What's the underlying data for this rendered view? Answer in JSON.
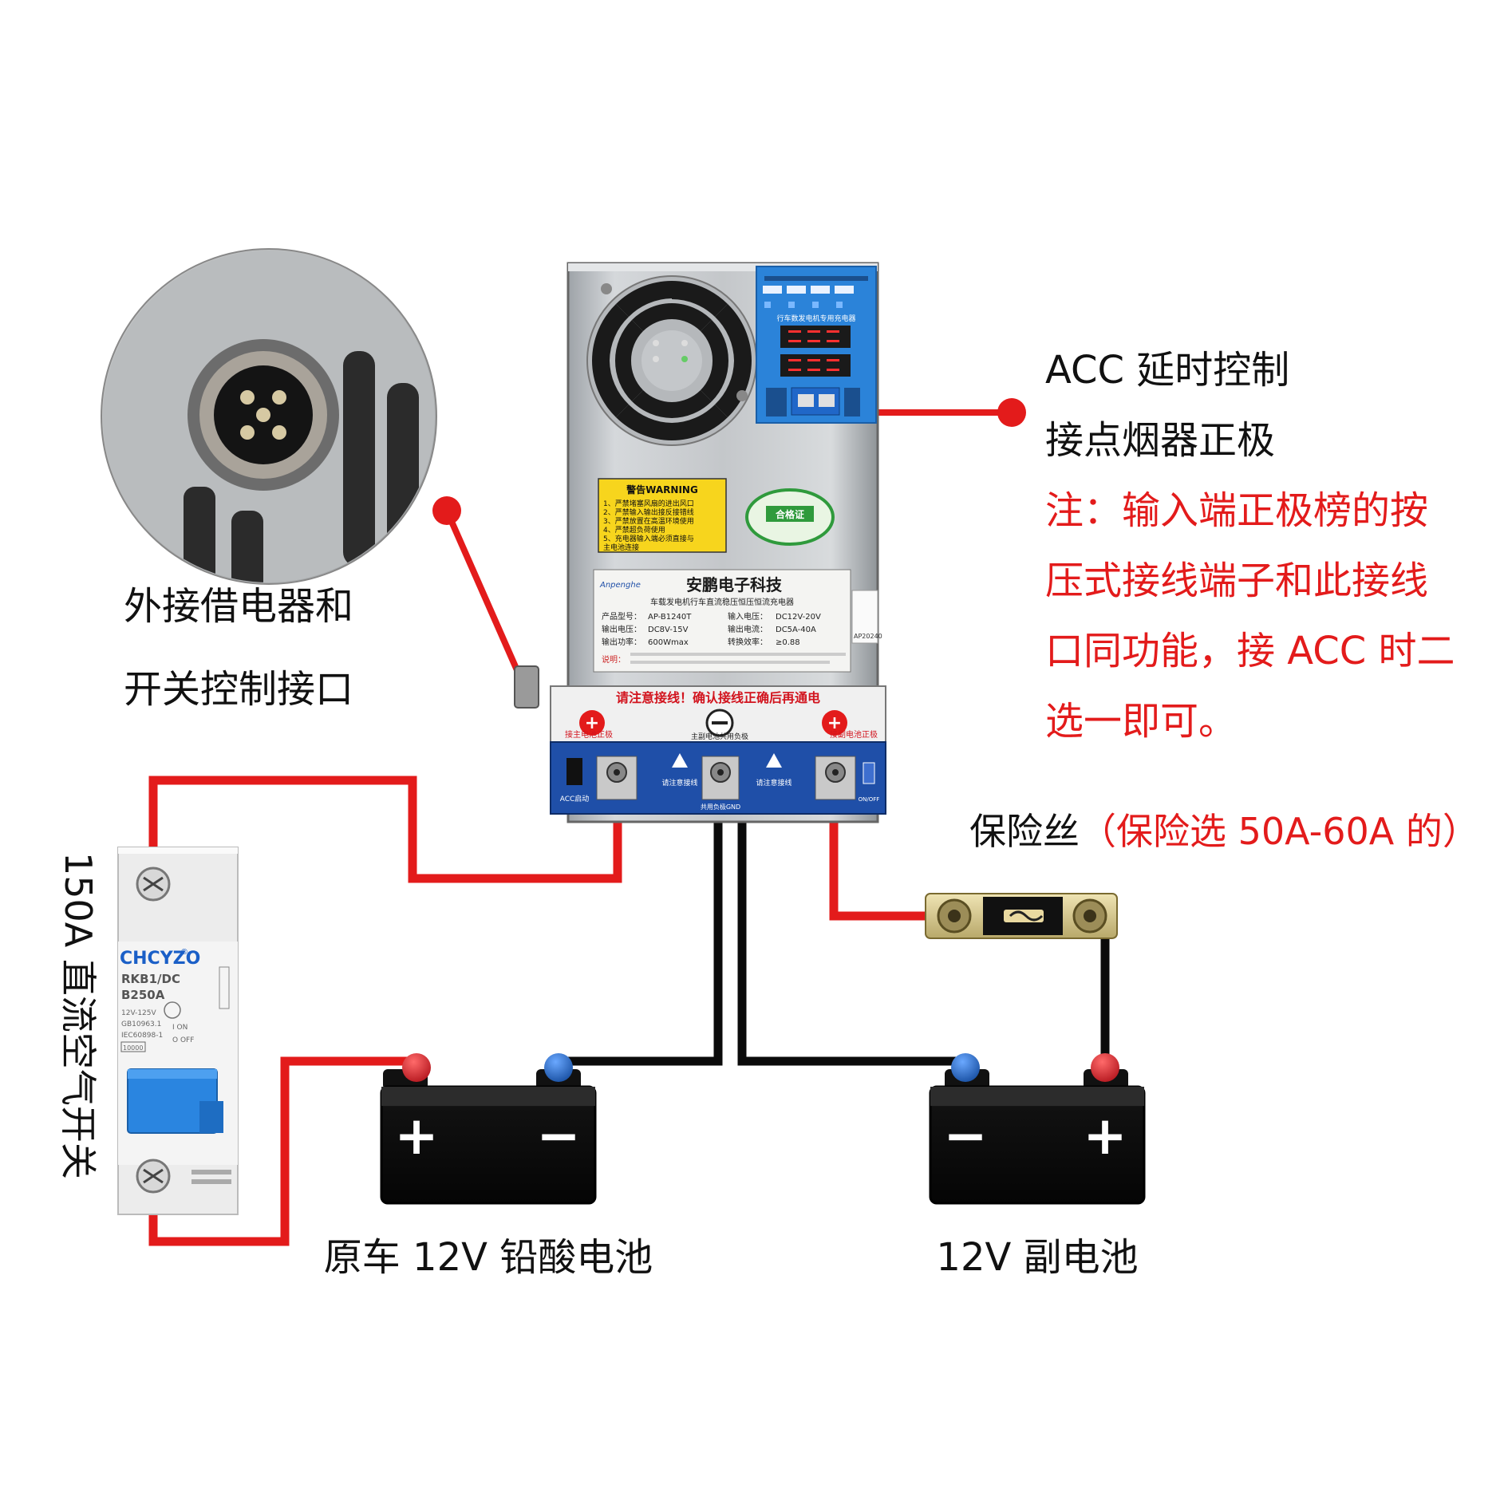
{
  "colors": {
    "wire_red": "#e31b1b",
    "wire_black": "#0b0b0b",
    "note_red": "#e31b1b",
    "panel_blue": "#2b83d9",
    "pcb_blue": "#1f4fa8"
  },
  "callouts": {
    "acc_line1": "ACC 延时控制",
    "acc_line2": "接点烟器正极",
    "note_line1": "注：输入端正极榜的按",
    "note_line2": "压式接线端子和此接线",
    "note_line3": "口同功能，接 ACC 时二",
    "note_line4": "选一即可。",
    "relay_line1": "外接借电器和",
    "relay_line2": "开关控制接口",
    "fuse_label_a": "保险丝",
    "fuse_label_b": "（保险选 50A-60A 的）",
    "breaker_label": "150A 直流空气开关",
    "battery_main": "原车 12V 铅酸电池",
    "battery_aux": "12V 副电池"
  },
  "battery_signs": {
    "plus": "+",
    "minus": "−"
  },
  "breaker": {
    "brand": "CHCYZO",
    "reg": "®",
    "model": "RKB1/DC",
    "rating": "B250A",
    "voltage": "12V-125V",
    "std1": "GB10963.1",
    "std2": "IEC60898-1",
    "cap": "10000",
    "on": "I ON",
    "off": "O OFF"
  },
  "device": {
    "warning_title": "警告WARNING",
    "warning_lines": [
      "1、严禁堵塞风扇的进出风口",
      "2、严禁输入输出接反接错线",
      "3、严禁放置在高温环境使用",
      "4、严禁超负荷使用",
      "5、充电器输入端必须直接与",
      "   主电池连接"
    ],
    "cert": "合格证",
    "brand_logo": "Anpenghe",
    "brand_name": "安鹏电子科技",
    "subtitle": "车载发电机行车直流稳压恒压恒流充电器",
    "spec_rows": [
      [
        "产品型号：",
        "AP-B1240T",
        "输入电压：",
        "DC12V-20V"
      ],
      [
        "输出电压：",
        "DC8V-15V",
        "输出电流：",
        "DC5A-40A"
      ],
      [
        "输出功率：",
        "600Wmax",
        "转换效率：",
        "≥0.88"
      ]
    ],
    "note_label": "说明：",
    "serial": "AP20240",
    "panel_title": "行车数发电机专用充电器",
    "terminal_warning": "请注意接线！确认接线正确后再通电",
    "label_main": "接主电池正极",
    "label_aux": "接副电池正极",
    "label_common": "主副电池共用负极",
    "label_caution": "请注意接线",
    "label_acc": "ACC启动",
    "label_gnd": "共用负极GND",
    "label_onoff": "ON/OFF"
  }
}
